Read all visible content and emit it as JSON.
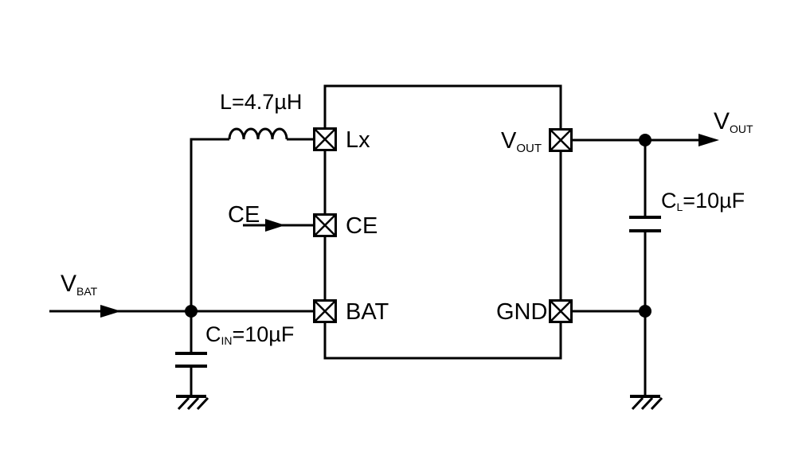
{
  "colors": {
    "line": "#000000",
    "background": "#ffffff"
  },
  "ic": {
    "pins": {
      "lx": {
        "label": "Lx"
      },
      "ce": {
        "label": "CE"
      },
      "bat": {
        "label": "BAT"
      },
      "gnd": {
        "label": "GND"
      },
      "vout": {
        "base": "V",
        "sub": "OUT"
      }
    }
  },
  "components": {
    "inductor": {
      "label": "L=4.7µH"
    },
    "cin": {
      "base": "C",
      "sub": "IN",
      "suffix": "=10µF"
    },
    "cl": {
      "base": "C",
      "sub": "L",
      "suffix": "=10µF"
    }
  },
  "terminals": {
    "vbat": {
      "base": "V",
      "sub": "BAT"
    },
    "vout": {
      "base": "V",
      "sub": "OUT"
    },
    "ce": {
      "label": "CE"
    }
  }
}
